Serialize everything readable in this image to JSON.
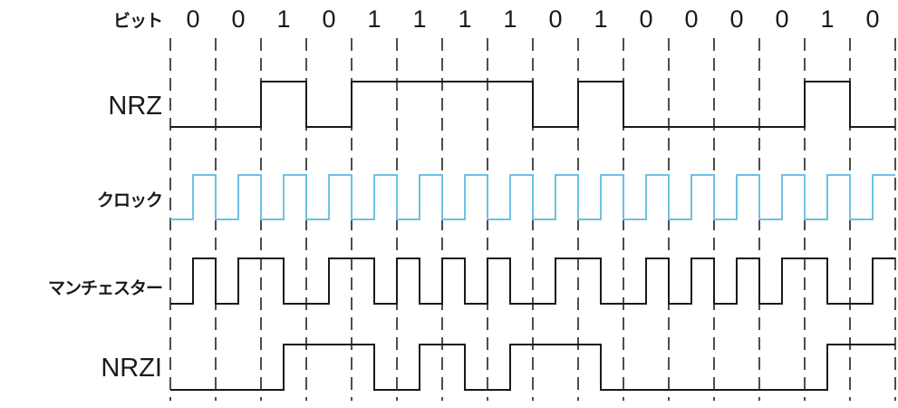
{
  "labels": {
    "bits": "ビット",
    "nrz": "NRZ",
    "clock": "クロック",
    "manchester": "マンチェスター",
    "nrzi": "NRZI"
  },
  "bits": [
    "0",
    "0",
    "1",
    "0",
    "1",
    "1",
    "1",
    "1",
    "0",
    "1",
    "0",
    "0",
    "0",
    "0",
    "1",
    "0"
  ],
  "colors": {
    "signal": "#1a1a1a",
    "clock": "#6ec1e4",
    "grid": "#222222"
  }
}
